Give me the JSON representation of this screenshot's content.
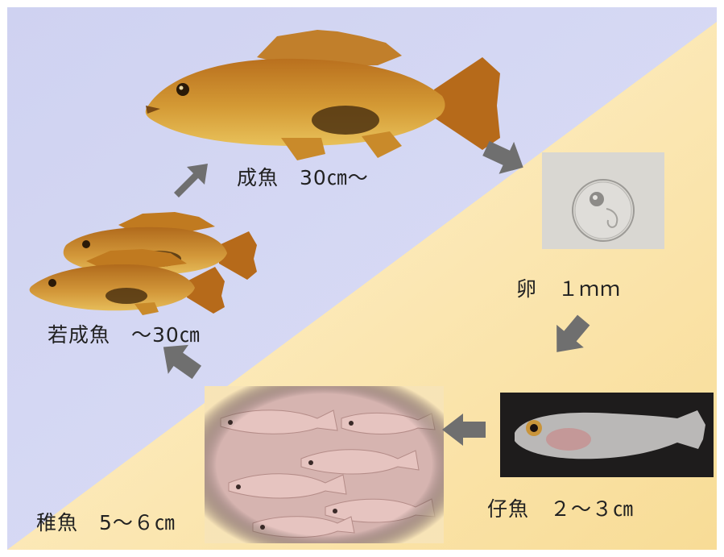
{
  "stages": {
    "adult": {
      "label": "成魚　30㎝～"
    },
    "egg": {
      "label": "卵　１ｍｍ"
    },
    "larva": {
      "label": "仔魚　２～３㎝"
    },
    "juvenile": {
      "label": "稚魚　5～６㎝"
    },
    "young": {
      "label": "若成魚　～30㎝"
    }
  },
  "colors": {
    "upper_bg": "#d3d6f3",
    "lower_bg": "#fbe9b8",
    "arrow": "#6f6f6f",
    "fish_body": "#c98a2a",
    "fish_spot": "#5a3a12",
    "egg_bg": "#d9d7d2",
    "larva_bg": "#1e1c1c",
    "juvenile_bg": "#d6b4b0"
  }
}
